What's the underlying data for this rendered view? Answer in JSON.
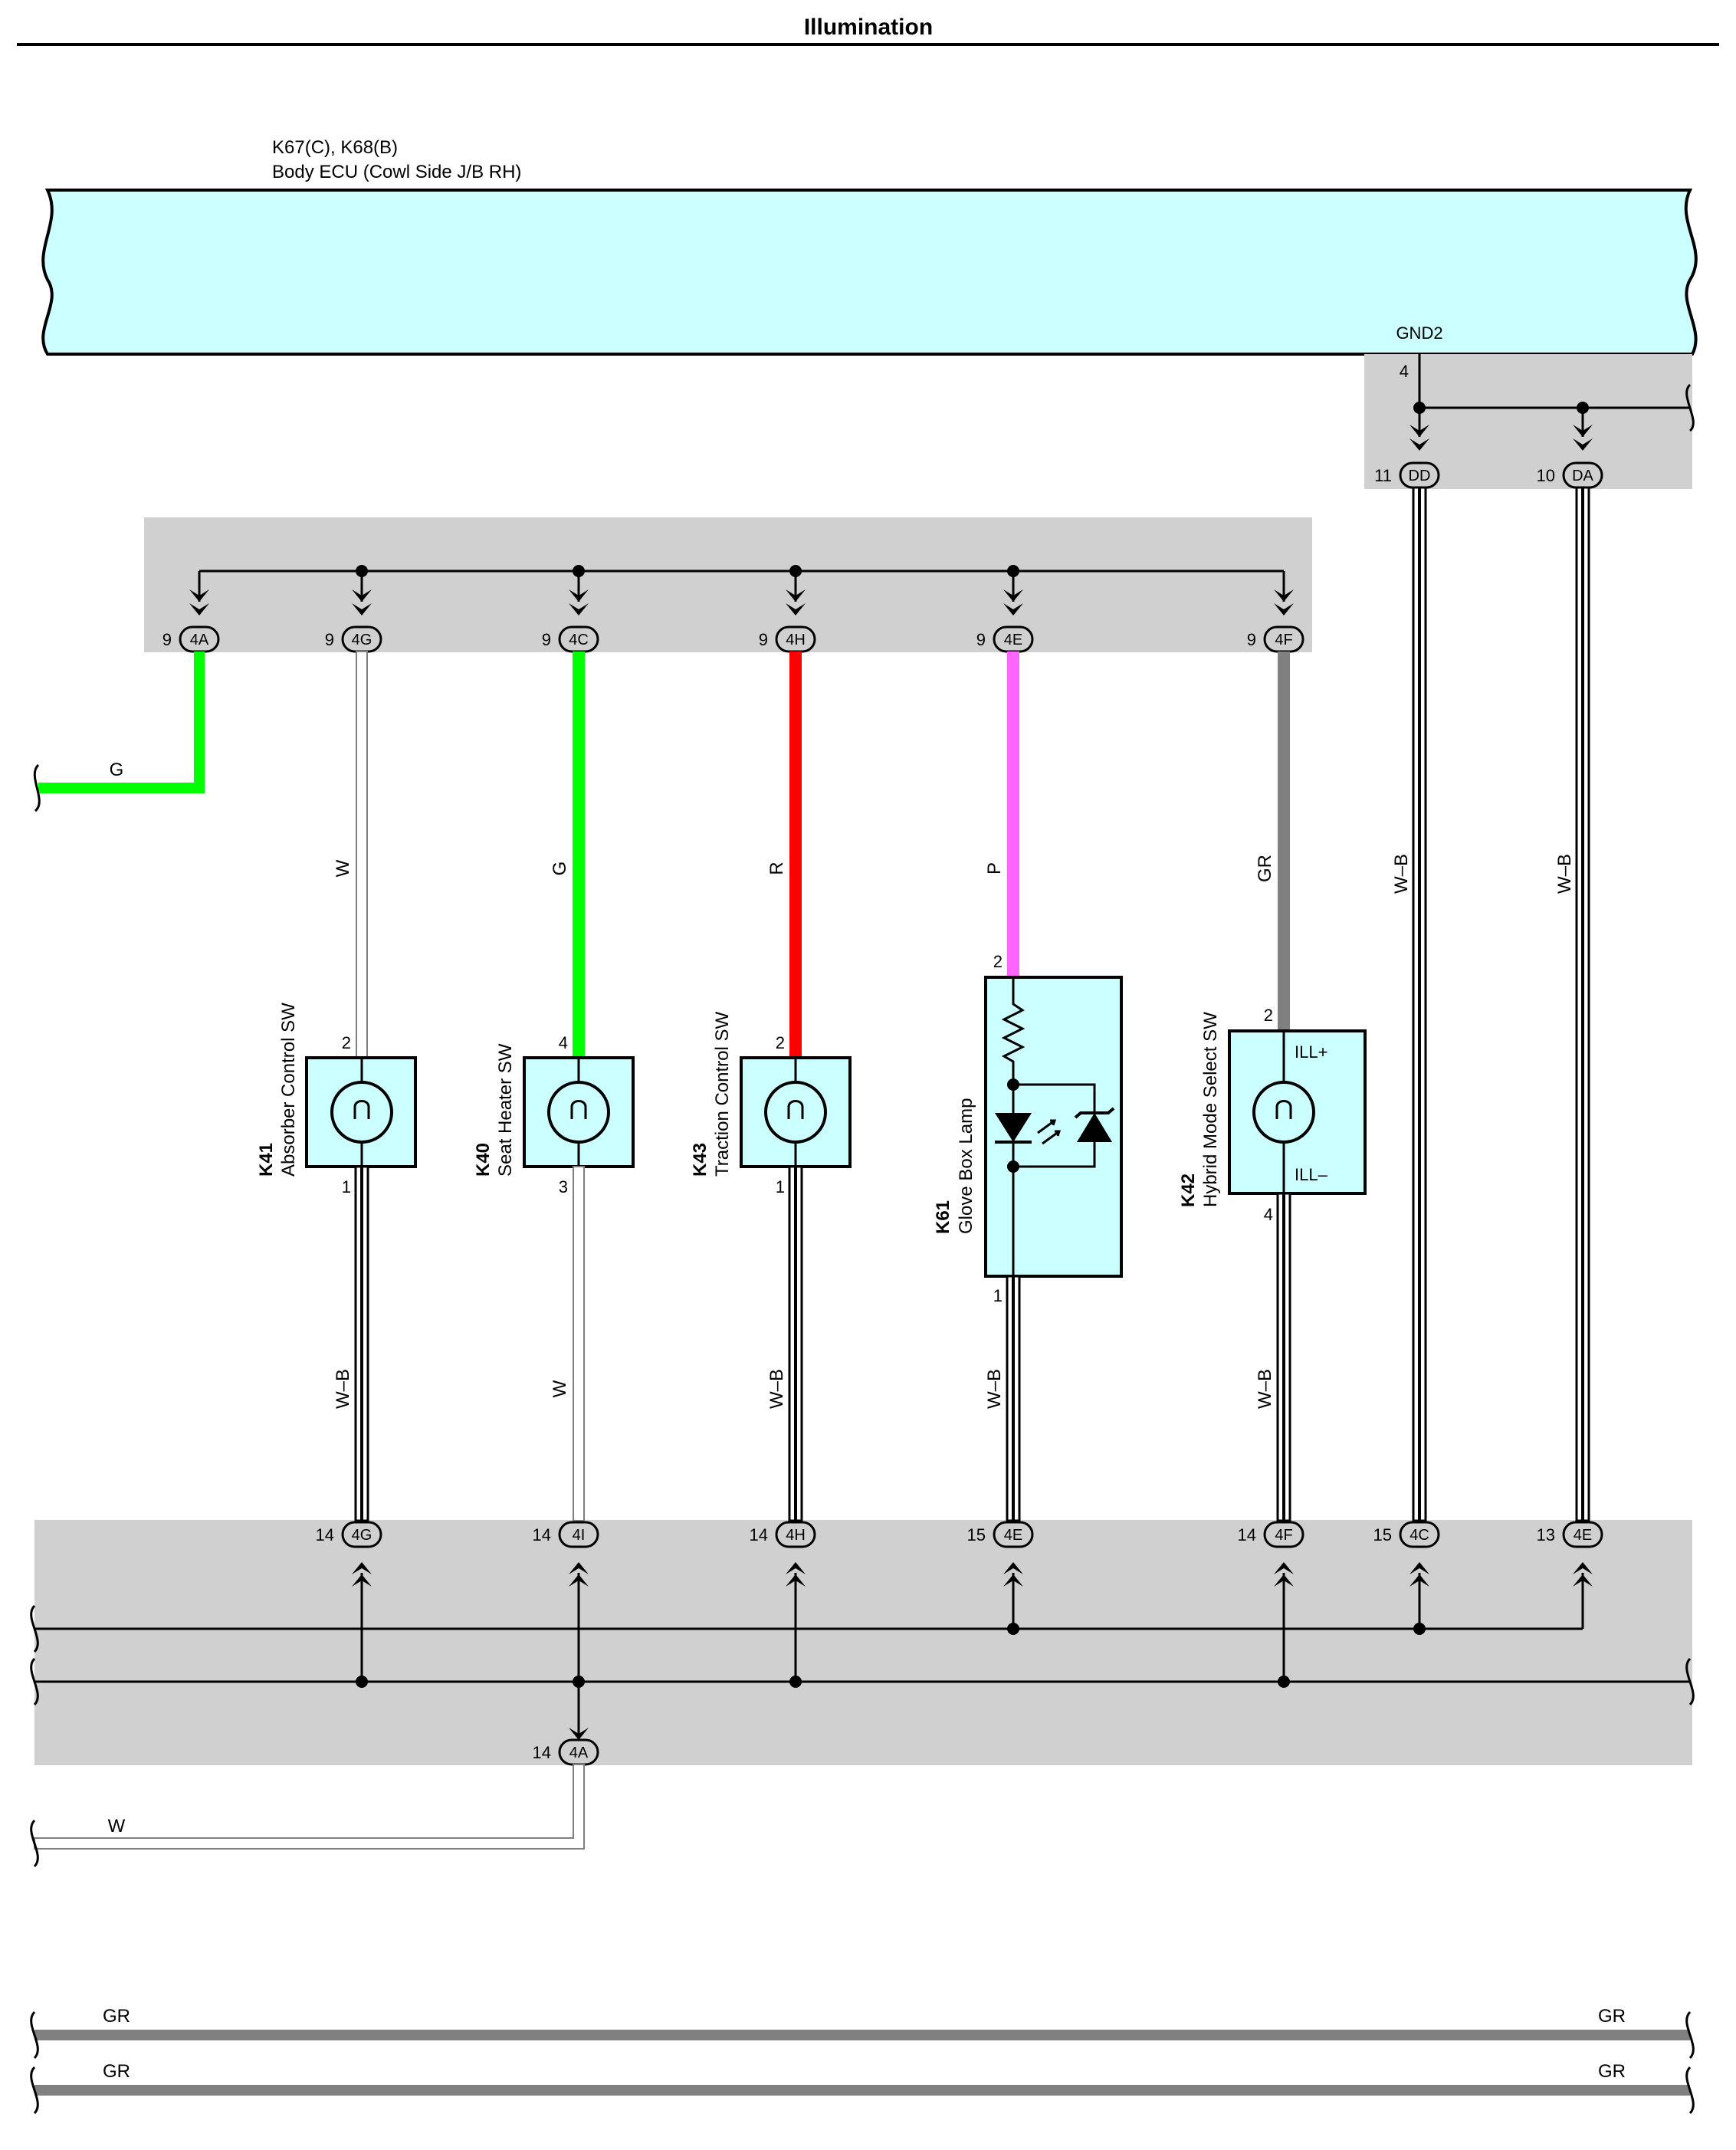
{
  "page": {
    "title": "Illumination"
  },
  "ecu": {
    "ref": "K67(C), K68(B)",
    "name": "Body ECU (Cowl Side J/B RH)",
    "gnd_label": "GND2",
    "gnd_pin": "4"
  },
  "ground_connectors": [
    {
      "pin": "11",
      "code": "DD",
      "wire": "W–B"
    },
    {
      "pin": "10",
      "code": "DA",
      "wire": "W–B"
    }
  ],
  "top_connectors": [
    {
      "pin": "9",
      "code": "4A",
      "wire": "G"
    },
    {
      "pin": "9",
      "code": "4G",
      "wire": "W"
    },
    {
      "pin": "9",
      "code": "4C",
      "wire": "G"
    },
    {
      "pin": "9",
      "code": "4H",
      "wire": "R"
    },
    {
      "pin": "9",
      "code": "4E",
      "wire": "P"
    },
    {
      "pin": "9",
      "code": "4F",
      "wire": "GR"
    }
  ],
  "left_wire": {
    "label": "G"
  },
  "components": [
    {
      "code": "K41",
      "name": "Absorber Control SW",
      "pin_in": "2",
      "pin_out": "1"
    },
    {
      "code": "K40",
      "name": "Seat Heater SW",
      "pin_in": "4",
      "pin_out": "3"
    },
    {
      "code": "K43",
      "name": "Traction Control SW",
      "pin_in": "2",
      "pin_out": "1"
    },
    {
      "code": "K61",
      "name": "Glove Box Lamp",
      "pin_in": "2",
      "pin_out": "1"
    },
    {
      "code": "K42",
      "name": "Hybrid Mode Select SW",
      "pin_in": "2",
      "pin_out": "4",
      "ill_plus": "ILL+",
      "ill_minus": "ILL–"
    }
  ],
  "lower_wires": [
    "W–B",
    "W",
    "W–B",
    "W–B",
    "W–B"
  ],
  "bottom_connectors": [
    {
      "pin": "14",
      "code": "4G"
    },
    {
      "pin": "14",
      "code": "4I"
    },
    {
      "pin": "14",
      "code": "4H"
    },
    {
      "pin": "15",
      "code": "4E"
    },
    {
      "pin": "14",
      "code": "4F"
    },
    {
      "pin": "15",
      "code": "4C"
    },
    {
      "pin": "13",
      "code": "4E"
    }
  ],
  "bottom_out": {
    "pin": "14",
    "code": "4A",
    "wire": "W"
  },
  "gr_lines": {
    "left": "GR",
    "right": "GR"
  },
  "colors": {
    "ecu_fill": "#ccffff",
    "shade": "#d0d0d0",
    "green": "#00ff00",
    "red": "#ff0000",
    "pink": "#ff66ff",
    "gray": "#808080",
    "white_wire": "#ffffff"
  }
}
